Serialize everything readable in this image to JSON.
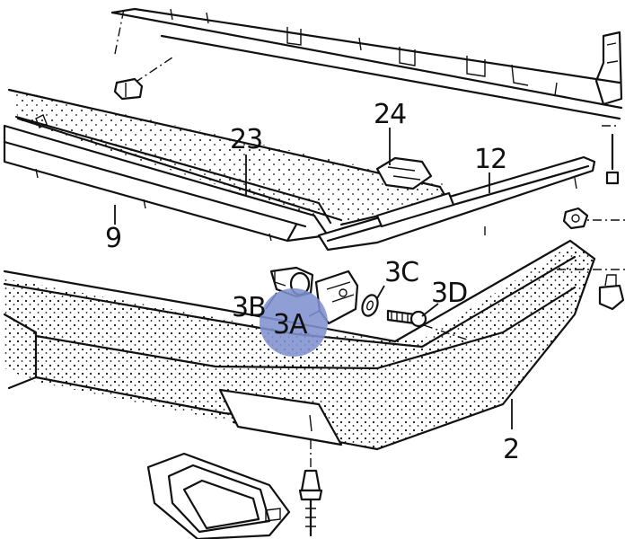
{
  "callouts": {
    "c23": "23",
    "c24": "24",
    "c12": "12",
    "c9": "9",
    "c3c": "3C",
    "c3d": "3D",
    "c3b": "3B",
    "c3a": "3A",
    "c2": "2"
  },
  "highlight": {
    "color": "#7f92cf",
    "target": "3A"
  }
}
